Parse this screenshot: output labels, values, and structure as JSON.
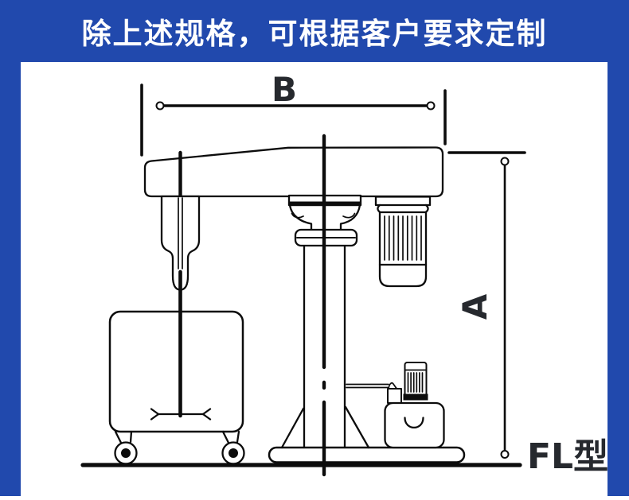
{
  "banner": {
    "title": "除上述规格，可根据客户要求定制"
  },
  "diagram": {
    "dim_width_label": "B",
    "dim_height_label": "A",
    "model_label": "FL型"
  },
  "colors": {
    "frame-blue": "#2149ad",
    "panel-white": "#ffffff",
    "line-black": "#0c0c0c",
    "label-dark": "#26292e"
  }
}
